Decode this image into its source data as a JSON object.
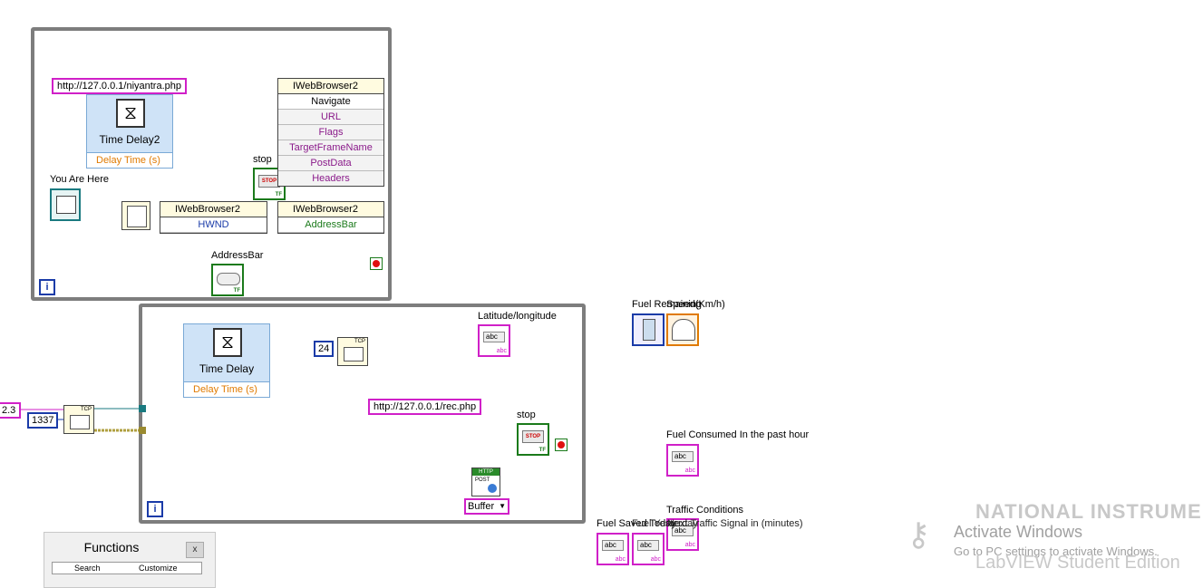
{
  "loop1": {
    "iteration_label": "i"
  },
  "loop2": {
    "iteration_label": "i"
  },
  "url_constant_1": "http://127.0.0.1/niyantra.php",
  "url_constant_2": "http://127.0.0.1/rec.php",
  "time_delay_1": {
    "title": "Time Delay2",
    "input": "Delay Time (s)"
  },
  "time_delay_2": {
    "title": "Time Delay",
    "input": "Delay Time (s)"
  },
  "you_are_here_label": "You Are Here",
  "stop_label_1": "stop",
  "stop_label_2": "stop",
  "stop_button_text": "STOP",
  "tf_badge": "TF",
  "addressbar_label": "AddressBar",
  "invoke_node": {
    "class": "IWebBrowser2",
    "method": "Navigate",
    "params": [
      "URL",
      "Flags",
      "TargetFrameName",
      "PostData",
      "Headers"
    ]
  },
  "property_node_hwnd": {
    "class": "IWebBrowser2",
    "property": "HWND"
  },
  "property_node_addressbar": {
    "class": "IWebBrowser2",
    "property": "AddressBar"
  },
  "num_const_24": "24",
  "num_const_1337": "1337",
  "num_const_edge": "2.3",
  "latlong_label": "Latitude/longitude",
  "buffer_label": "Buffer",
  "indicator_abc": "abc",
  "indicator_tag": "abc",
  "tcp_label": "TCP",
  "http_label": "HTTP",
  "post_label": "POST",
  "front_panel_labels": {
    "fuel_remaining": "Fuel Remaining",
    "speed": "Speed(Km/h)",
    "fuel_consumed": "Fuel Consumed In the past hour",
    "traffic_conditions": "Traffic Conditions",
    "fuel_saved_today": "Fuel Saved Today",
    "fuel_saved_yesterday": "Fuel Yesterday",
    "next_traffic_signal": "Next Traffic Signal in (minutes)"
  },
  "functions_palette": {
    "title": "Functions",
    "close": "x",
    "search": "Search",
    "customize": "Customize"
  },
  "watermark": {
    "activate_title": "Activate Windows",
    "activate_sub": "Go to PC settings to activate Windows.",
    "ni_brand": "NATIONAL INSTRUMENTS",
    "edition": "LabVIEW Student Edition"
  }
}
